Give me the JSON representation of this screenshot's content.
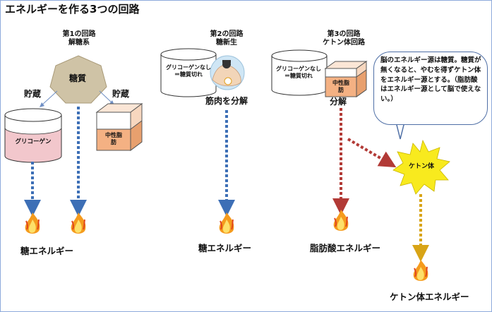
{
  "title": "エネルギーを作る3つの回路",
  "circuits": [
    {
      "header_line1": "第1の回路",
      "header_line2": "解糖系",
      "source": "糖質",
      "store_label_left": "貯蔵",
      "store_label_right": "貯蔵",
      "cylinder_label": "グリコーゲン",
      "box_label": "中性脂肪"
    },
    {
      "header_line1": "第2の回路",
      "header_line2": "糖新生",
      "cylinder_label": "グリコーゲンなし＝糖質切れ",
      "action": "筋肉を分解"
    },
    {
      "header_line1": "第3の回路",
      "header_line2": "ケトン体回路",
      "cylinder_label": "グリコーゲンなし＝糖質切れ",
      "box_label": "中性脂肪",
      "action": "分解",
      "ketone_label": "ケトン体"
    }
  ],
  "callout": {
    "text": "脳のエネルギー源は糖質。糖質が無くなると、やむを得ずケトン体をエネルギー源とする。（脂肪酸はエネルギー源として脳で使えない。）"
  },
  "outputs": {
    "sugar_energy": "糖エネルギー",
    "sugar_energy_2": "糖エネルギー",
    "fatty_acid_energy": "脂肪酸エネルギー",
    "ketone_energy": "ケトン体エネルギー"
  },
  "colors": {
    "blue_arrow": "#3d6fb6",
    "red_arrow": "#b23a36",
    "gold_arrow": "#d8a416",
    "fat": "#f4b183",
    "glycogen": "#f2c7cc",
    "star": "#f8ea1e"
  }
}
